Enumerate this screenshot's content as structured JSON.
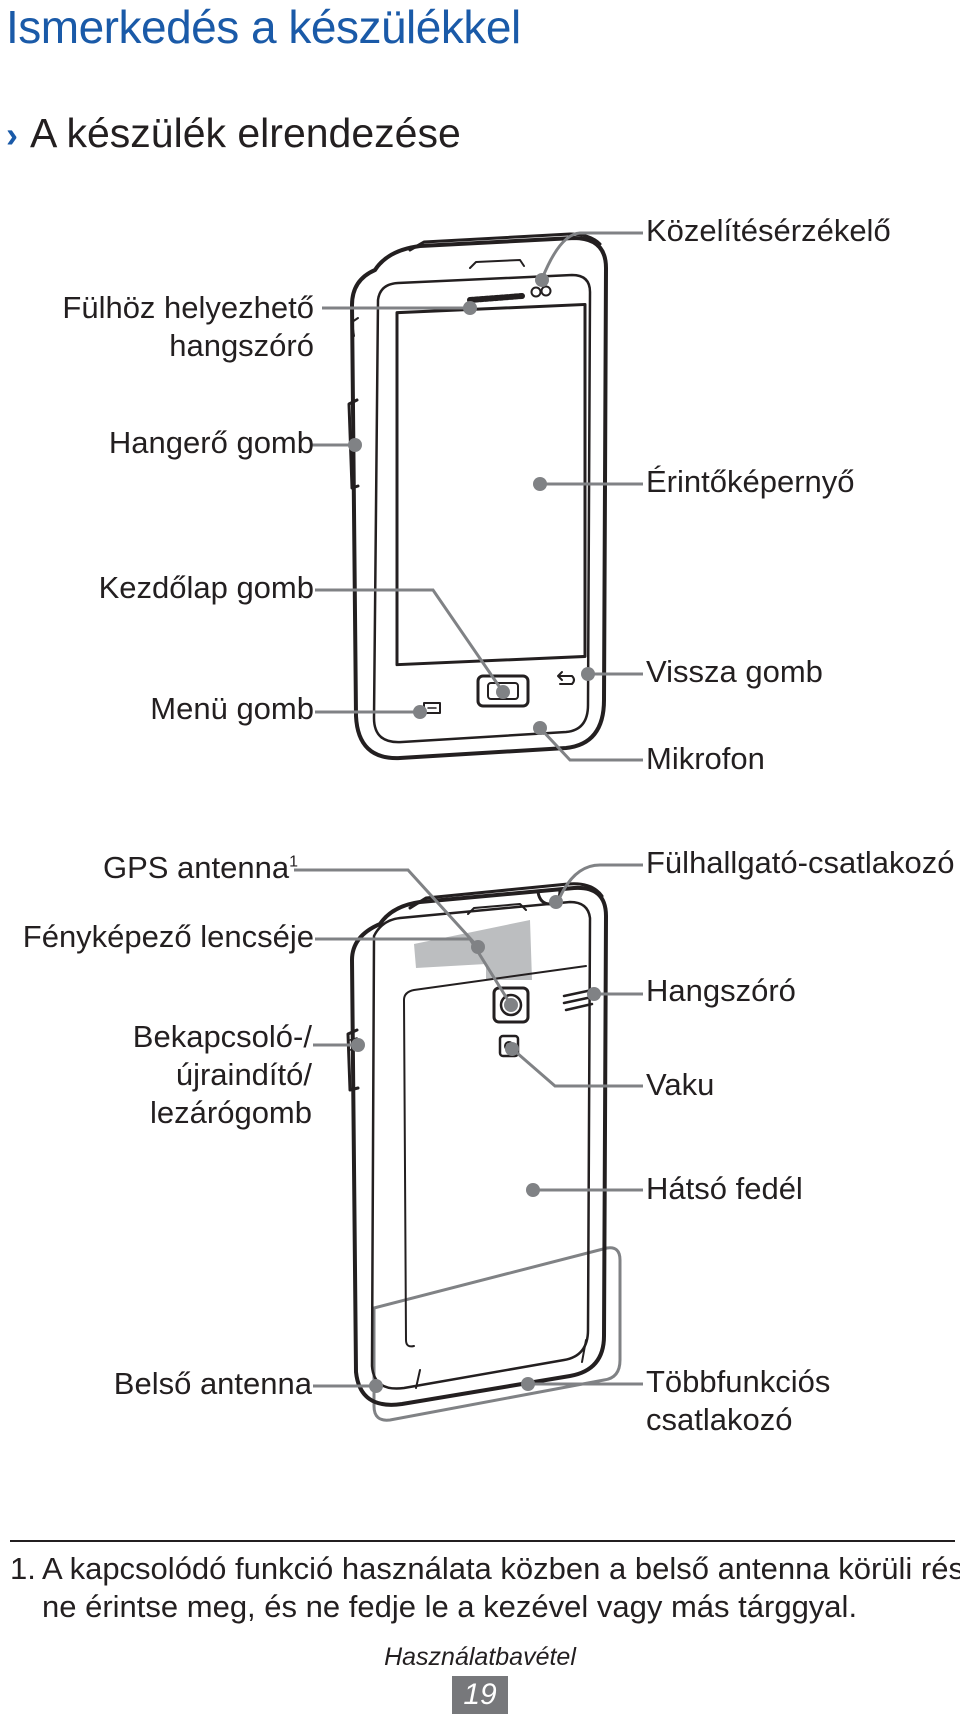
{
  "header": {
    "title": "Ismerkedés a készülékkel",
    "section_chevron": "›",
    "section_title": "A készülék elrendezése"
  },
  "front_view": {
    "labels_left": {
      "earpiece_line1": "Fülhöz helyezhető",
      "earpiece_line2": "hangszóró",
      "volume": "Hangerő gomb",
      "home": "Kezdőlap gomb",
      "menu": "Menü gomb"
    },
    "labels_right": {
      "proximity": "Közelítésérzékelő",
      "touchscreen": "Érintőképernyő",
      "back": "Vissza gomb",
      "microphone": "Mikrofon"
    }
  },
  "back_view": {
    "labels_left": {
      "gps": "GPS antenna",
      "gps_note": "1",
      "camera": "Fényképező lencséje",
      "power_line1": "Bekapcsoló-/",
      "power_line2": "újraindító/",
      "power_line3": "lezárógomb",
      "internal_antenna": "Belső antenna"
    },
    "labels_right": {
      "headset_jack": "Fülhallgató-csatlakozó",
      "speaker": "Hangszóró",
      "flash": "Vaku",
      "back_cover": "Hátsó fedél",
      "multifunction_line1": "Többfunkciós",
      "multifunction_line2": "csatlakozó"
    }
  },
  "footnote": {
    "number": "1.",
    "line1": "A kapcsolódó funkció használata közben a belső antenna körüli részt",
    "line2": "ne érintse meg, és ne fedje le a kezével vagy más tárggyal."
  },
  "footer": {
    "section": "Használatbavétel",
    "page": "19"
  },
  "colors": {
    "title": "#1a5aa8",
    "text": "#231f20",
    "callout": "#808285",
    "gps_area": "#bcbec0",
    "page_badge": "#77787b"
  }
}
